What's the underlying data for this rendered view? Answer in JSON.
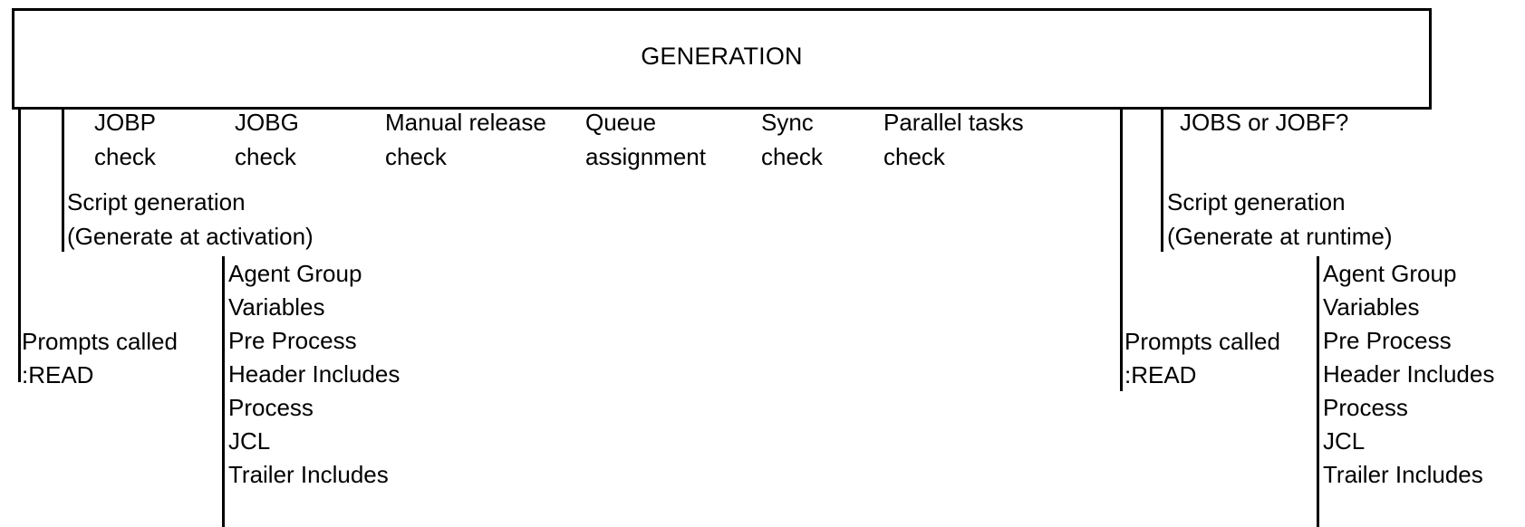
{
  "diagram": {
    "title": "GENERATION",
    "left_branch": {
      "checks": [
        {
          "line1": "JOBP",
          "line2": "check"
        },
        {
          "line1": "JOBG",
          "line2": "check"
        },
        {
          "line1": "Manual release",
          "line2": "check"
        },
        {
          "line1": "Queue",
          "line2": "assignment"
        },
        {
          "line1": "Sync",
          "line2": "check"
        },
        {
          "line1": "Parallel tasks",
          "line2": "check"
        }
      ],
      "script_generation": {
        "line1": "Script generation",
        "line2": "(Generate at activation)"
      },
      "prompts": {
        "line1": "Prompts called",
        "line2": ":READ"
      },
      "items": [
        "Agent Group",
        "Variables",
        "Pre Process",
        "Header Includes",
        "Process",
        "JCL",
        "Trailer Includes"
      ]
    },
    "right_branch": {
      "question": "JOBS or JOBF?",
      "script_generation": {
        "line1": "Script generation",
        "line2": "(Generate at runtime)"
      },
      "prompts": {
        "line1": "Prompts called",
        "line2": ":READ"
      },
      "items": [
        "Agent Group",
        "Variables",
        "Pre Process",
        "Header Includes",
        "Process",
        "JCL",
        "Trailer Includes"
      ]
    }
  },
  "colors": {
    "stroke": "#000000",
    "background": "#ffffff",
    "text": "#000000"
  }
}
